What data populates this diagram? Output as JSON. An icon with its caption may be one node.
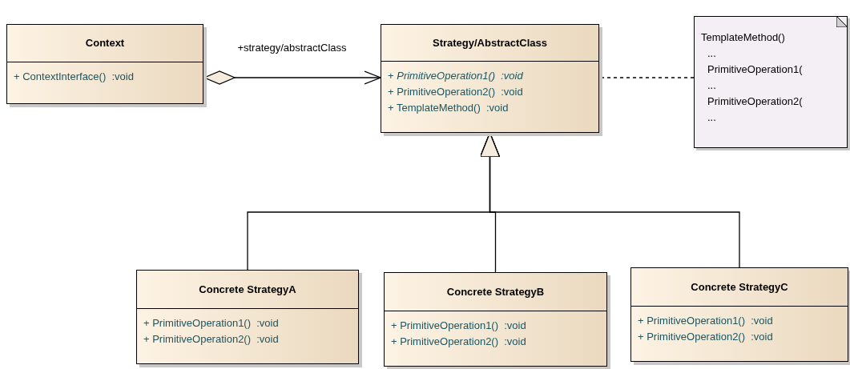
{
  "diagram": {
    "nodes": [
      {
        "text": [
          "Context",
          "+ ContextInterface()  :void"
        ]
      },
      {
        "text": [
          "Strategy/AbstractClass",
          "+ *PrimitiveOperation1()  :void*",
          "+ PrimitiveOperation2()  :void",
          "+ TemplateMethod()  :void"
        ]
      },
      {
        "text": [
          "TemplateMethod()",
          "...",
          "PrimitiveOperation1(",
          "...",
          "PrimitiveOperation2(",
          "..."
        ]
      },
      {
        "text": [
          "Concrete StrategyA",
          "+ PrimitiveOperation1()  :void",
          "+ PrimitiveOperation2()  :void"
        ]
      },
      {
        "text": [
          "Concrete StrategyB",
          "+ PrimitiveOperation1()  :void",
          "+ PrimitiveOperation2()  :void"
        ]
      },
      {
        "text": [
          "Concrete StrategyC",
          "+ PrimitiveOperation1()  :void",
          "+ PrimitiveOperation2()  :void"
        ]
      }
    ],
    "edges": [
      {
        "from": 0,
        "to": 1,
        "arrow": "to",
        "label": "+strategy/abstractClass"
      },
      {
        "from": 2,
        "to": 1,
        "arrow": "none",
        "style": "dashed"
      },
      {
        "from": 3,
        "to": 1,
        "arrow": "to"
      },
      {
        "from": 4,
        "to": 1,
        "arrow": "to"
      },
      {
        "from": 5,
        "to": 1,
        "arrow": "to"
      }
    ]
  }
}
